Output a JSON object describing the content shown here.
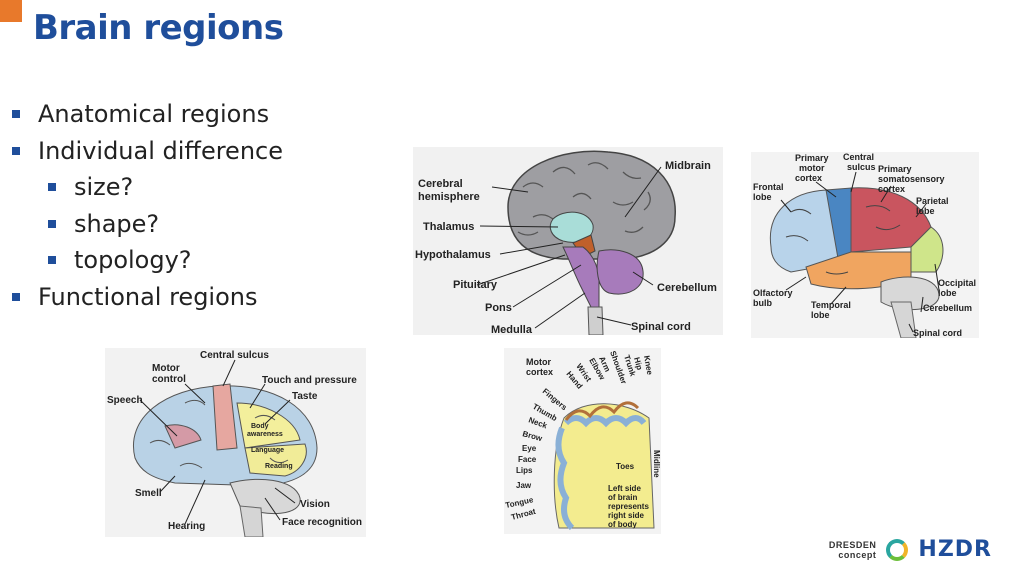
{
  "title": "Brain regions",
  "bullets": [
    {
      "text": "Anatomical regions",
      "level": 1
    },
    {
      "text": "Individual difference",
      "level": 1
    },
    {
      "text": "size?",
      "level": 2
    },
    {
      "text": "shape?",
      "level": 2
    },
    {
      "text": "topology?",
      "level": 2
    },
    {
      "text": "Functional regions",
      "level": 1
    }
  ],
  "figure_sagittal": {
    "labels": {
      "midbrain": "Midbrain",
      "cerebral": "Cerebral",
      "hemisphere": "hemisphere",
      "thalamus": "Thalamus",
      "hypothalamus": "Hypothalamus",
      "pituitary": "Pituitary",
      "pons": "Pons",
      "medulla": "Medulla",
      "cerebellum": "Cerebellum",
      "spinal_cord": "Spinal cord"
    }
  },
  "figure_lobes": {
    "labels": {
      "primary_motor_1": "Primary",
      "primary_motor_2": "motor",
      "primary_motor_3": "cortex",
      "central_sulcus_1": "Central",
      "central_sulcus_2": "sulcus",
      "primary_soma_1": "Primary",
      "primary_soma_2": "somatosensory",
      "primary_soma_3": "cortex",
      "frontal_1": "Frontal",
      "frontal_2": "lobe",
      "parietal_1": "Parietal",
      "parietal_2": "lobe",
      "olfactory_1": "Olfactory",
      "olfactory_2": "bulb",
      "temporal_1": "Temporal",
      "temporal_2": "lobe",
      "occipital_1": "Occipital",
      "occipital_2": "lobe",
      "cerebellum": "Cerebellum",
      "spinal_cord": "Spinal cord"
    }
  },
  "figure_functional": {
    "labels": {
      "central_sulcus": "Central sulcus",
      "motor_1": "Motor",
      "motor_2": "control",
      "touch": "Touch and pressure",
      "speech": "Speech",
      "taste": "Taste",
      "body_1": "Body",
      "body_2": "awareness",
      "language": "Language",
      "reading": "Reading",
      "smell": "Smell",
      "vision": "Vision",
      "hearing": "Hearing",
      "face": "Face recognition"
    }
  },
  "figure_homunculus": {
    "labels": {
      "motor_1": "Motor",
      "motor_2": "cortex",
      "knee": "Knee",
      "hip": "Hip",
      "trunk": "Trunk",
      "shoulder": "Shoulder",
      "arm": "Arm",
      "elbow": "Elbow",
      "wrist": "Wrist",
      "hand": "Hand",
      "fingers": "Fingers",
      "thumb": "Thumb",
      "neck": "Neck",
      "brow": "Brow",
      "eye": "Eye",
      "face": "Face",
      "lips": "Lips",
      "jaw": "Jaw",
      "tongue": "Tongue",
      "throat": "Throat",
      "toes": "Toes",
      "midline": "Midline",
      "left_1": "Left side",
      "left_2": "of brain",
      "left_3": "represents",
      "left_4": "right side",
      "left_5": "of body"
    }
  },
  "logos": {
    "dresden_1": "DRESDEN",
    "dresden_2": "concept",
    "hzdr": "HZDR"
  }
}
